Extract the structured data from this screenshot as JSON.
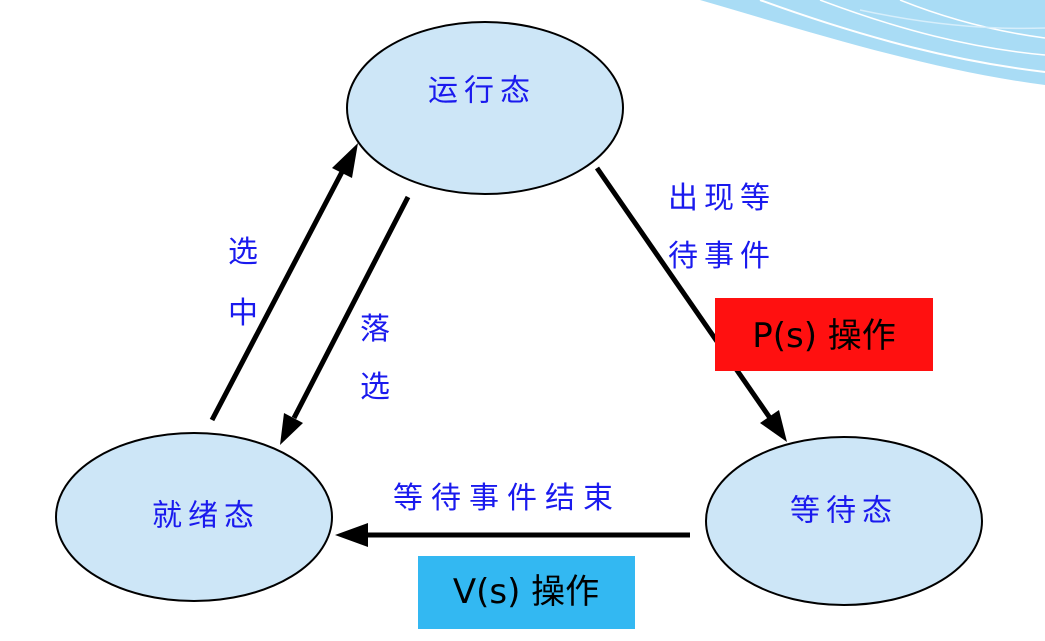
{
  "states": {
    "running": "运行态",
    "ready": "就绪态",
    "waiting": "等待态"
  },
  "transitions": {
    "select": [
      "选",
      "中"
    ],
    "deselect": [
      "落",
      "选"
    ],
    "wait_event": [
      "出现等",
      "待事件"
    ],
    "event_done": "等待事件结束"
  },
  "operations": {
    "p_op": "P(s) 操作",
    "v_op": "V(s) 操作"
  },
  "colors": {
    "ellipse_fill": "#cde6f7",
    "text": "#1a1aee",
    "p_box": "#ff1010",
    "v_box": "#33b8f2",
    "deco": "#a9dcf5"
  }
}
